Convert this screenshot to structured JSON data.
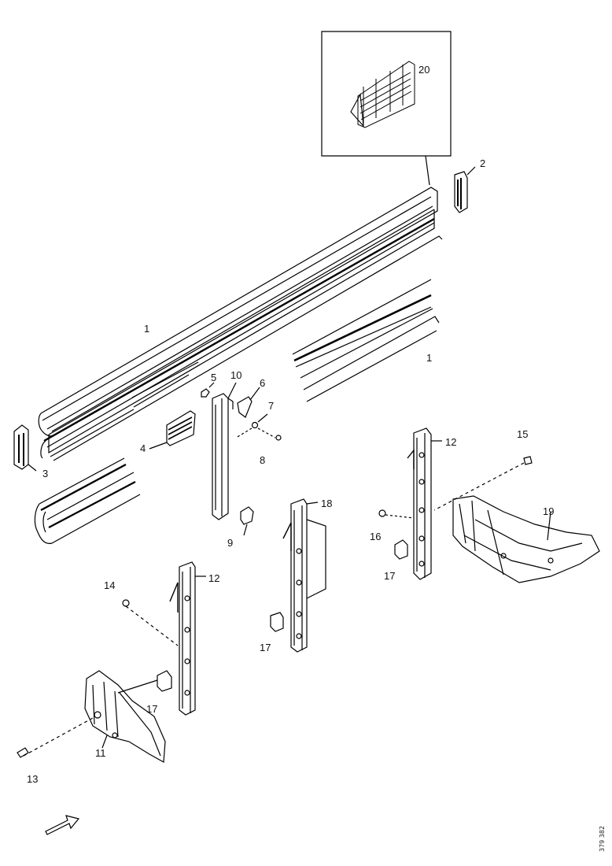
{
  "diagram": {
    "callouts": {
      "c20": "20",
      "c2": "2",
      "c1a": "1",
      "c1b": "1",
      "c3": "3",
      "c4": "4",
      "c5": "5",
      "c10": "10",
      "c6": "6",
      "c7": "7",
      "c8": "8",
      "c9": "9",
      "c12a": "12",
      "c15": "15",
      "c18": "18",
      "c19": "19",
      "c16": "16",
      "c17a": "17",
      "c14": "14",
      "c12b": "12",
      "c17b": "17",
      "c17c": "17",
      "c11": "11",
      "c13": "13"
    },
    "doc_ref": "379 382"
  }
}
